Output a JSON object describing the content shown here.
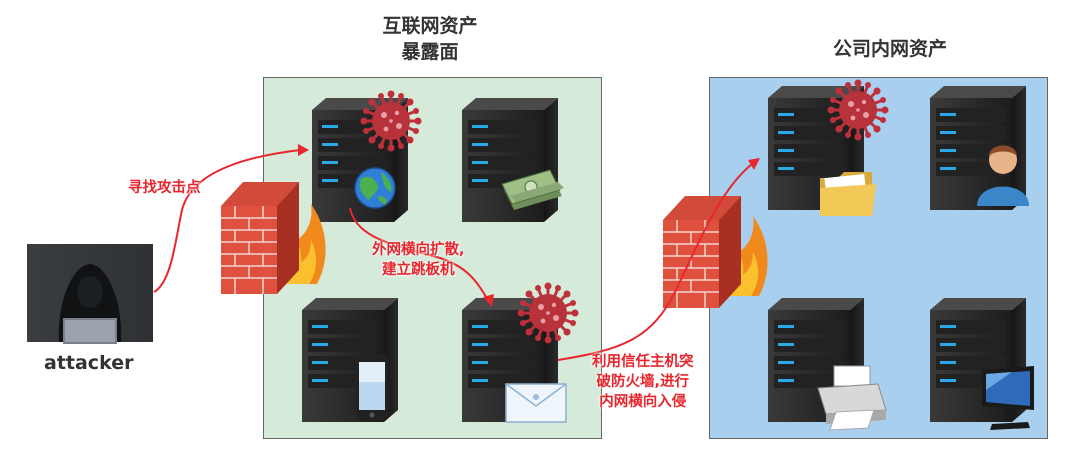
{
  "zones": {
    "internet": {
      "title_line1": "互联网资产",
      "title_line2": "暴露面",
      "fill": "#d5ead9"
    },
    "intranet": {
      "title": "公司内网资产",
      "fill": "#a9cfee"
    }
  },
  "attacker": {
    "label": "attacker"
  },
  "steps": {
    "step1": "寻找攻击点",
    "step2_line1": "外网横向扩散,",
    "step2_line2": "建立跳板机",
    "step3_line1": "利用信任主机突",
    "step3_line2": "破防火墙,进行",
    "step3_line3": "内网横向入侵"
  },
  "colors": {
    "arrow": "#e8262d",
    "server": "#2e2e2e",
    "led": "#2aa9e8",
    "virus": "#c0303a"
  },
  "icons": {
    "internet_servers": [
      "virus-icon",
      "globe-icon",
      "money-icon",
      "phone-icon",
      "mail-icon"
    ],
    "intranet_servers": [
      "virus-icon",
      "folder-icon",
      "user-icon",
      "printer-icon",
      "monitor-icon"
    ]
  }
}
